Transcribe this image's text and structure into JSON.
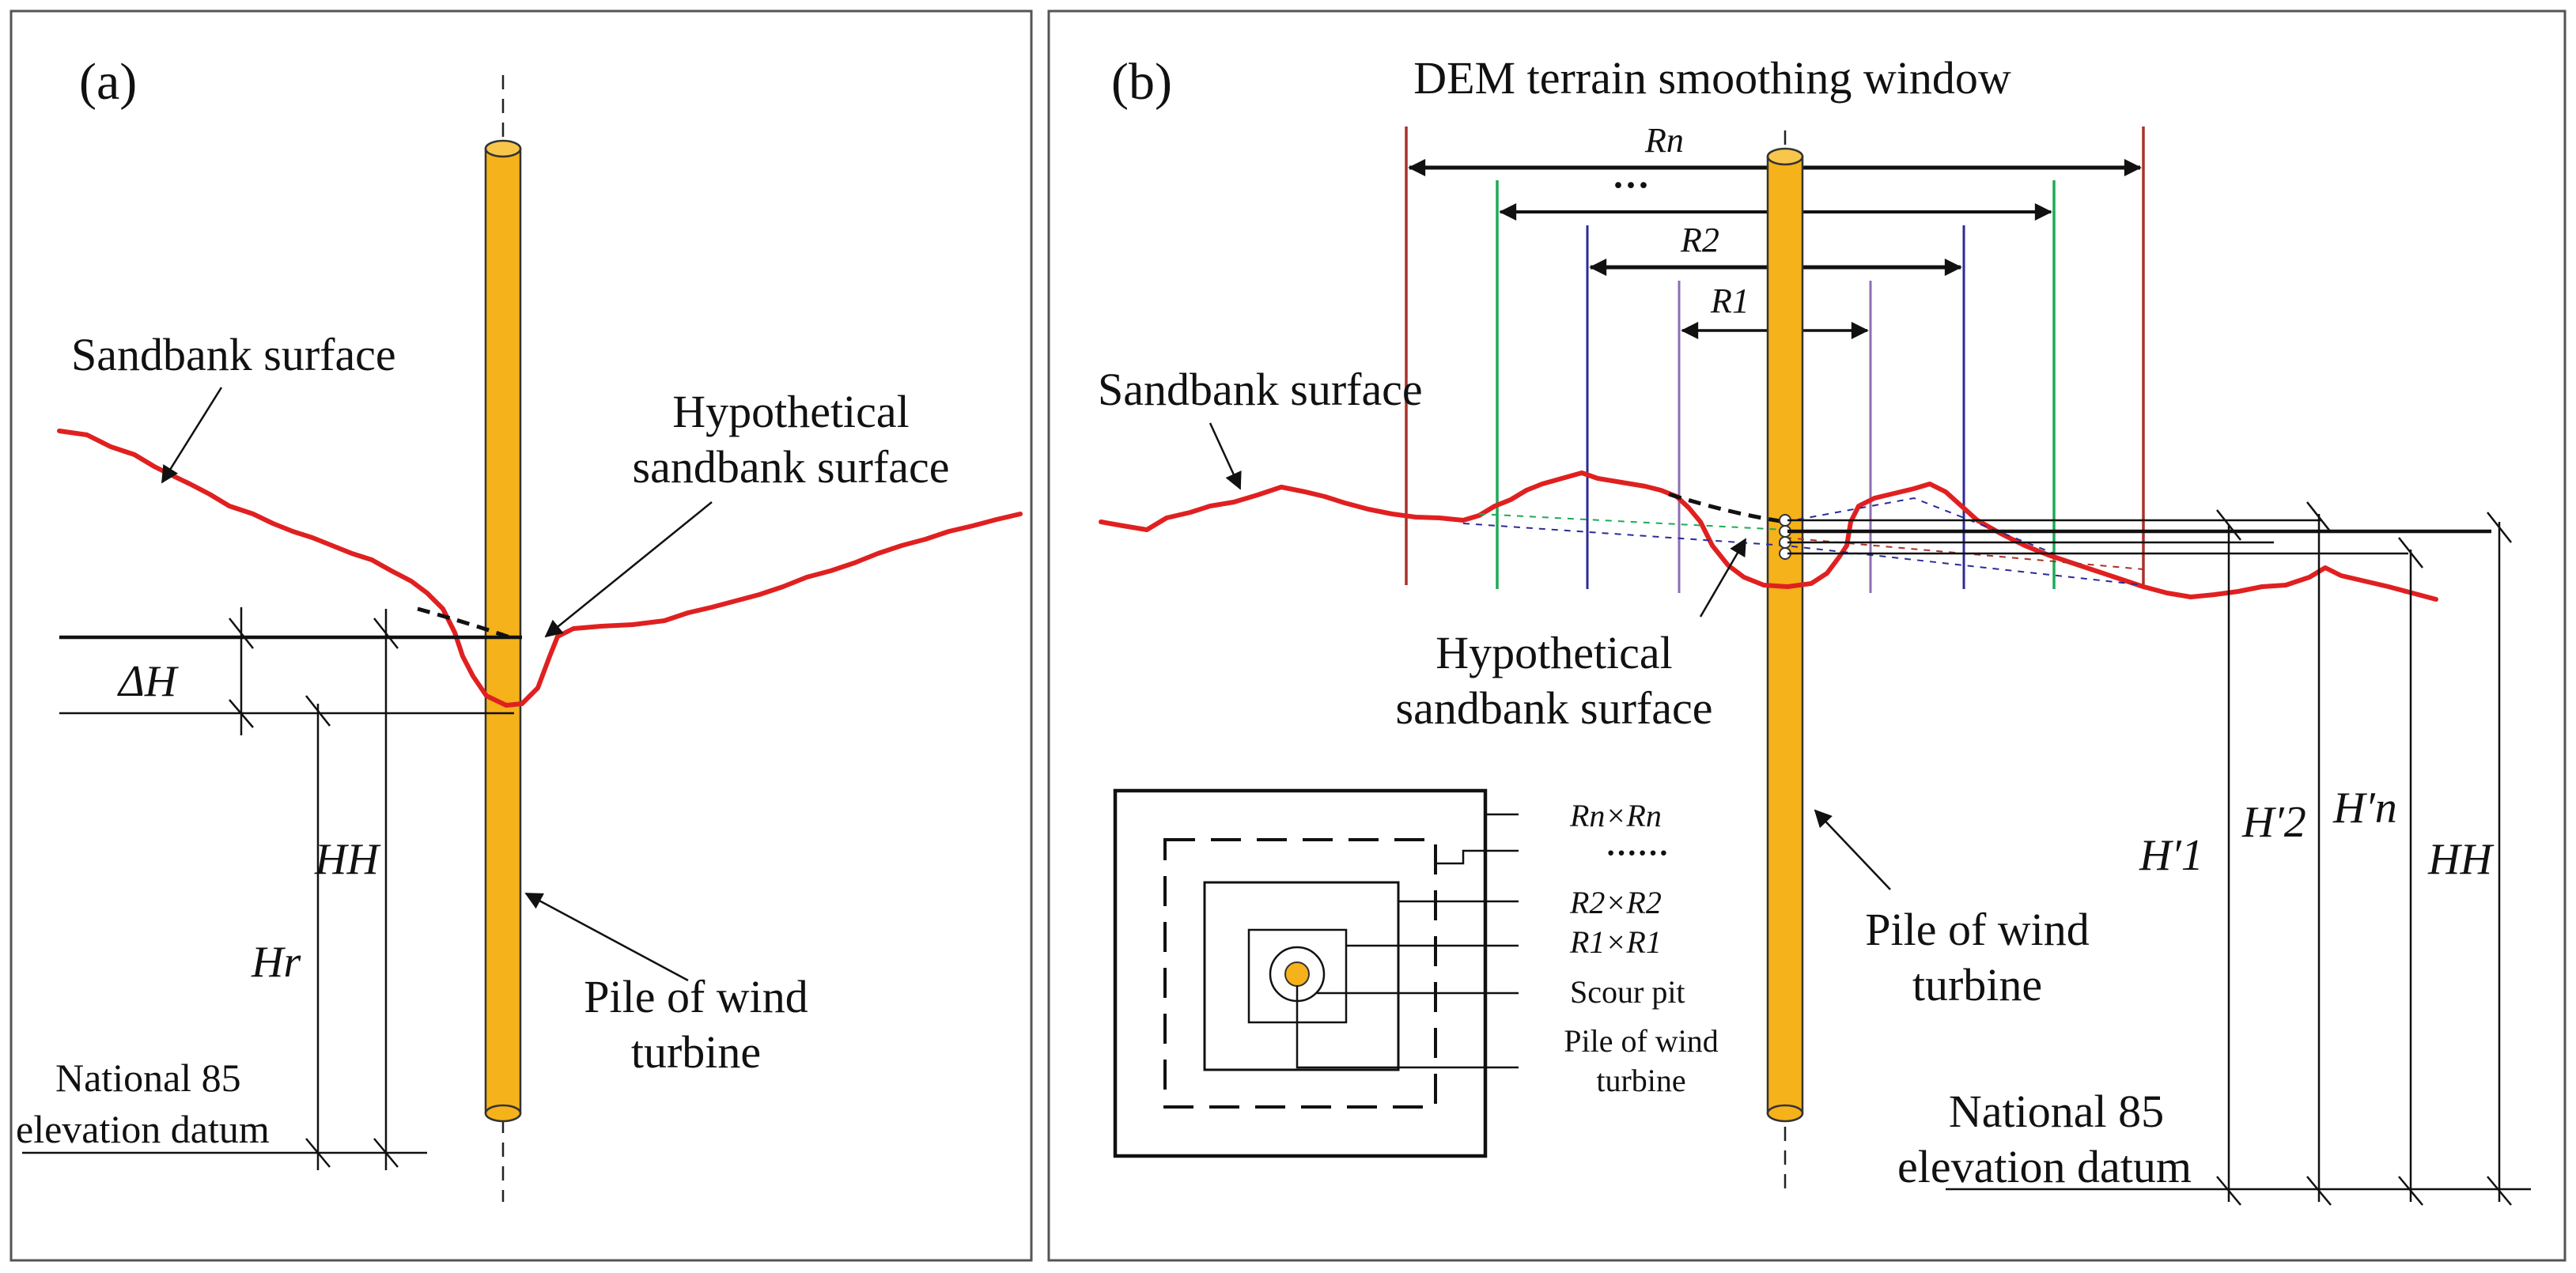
{
  "panel_a": {
    "label": "(a)",
    "sandbank_surface": "Sandbank surface",
    "hypothetical_line1": "Hypothetical",
    "hypothetical_line2": "sandbank surface",
    "delta_h": "ΔH",
    "h_h": "HH",
    "h_r": "Hr",
    "pile_line1": "Pile of wind",
    "pile_line2": "turbine",
    "datum_line1": "National 85",
    "datum_line2": "elevation datum"
  },
  "panel_b": {
    "label": "(b)",
    "title": "DEM terrain smoothing window",
    "r_n": "Rn",
    "r_dots": "···",
    "r_2": "R2",
    "r_1": "R1",
    "sandbank_surface": "Sandbank surface",
    "hypothetical_line1": "Hypothetical",
    "hypothetical_line2": "sandbank surface",
    "pile_line1": "Pile of wind",
    "pile_line2": "turbine",
    "datum_line1": "National 85",
    "datum_line2": "elevation datum",
    "h_prime_1": "H′1",
    "h_prime_2": "H′2",
    "h_prime_n": "H′n",
    "h_h": "HH",
    "inset": {
      "rn_rn": "Rn×Rn",
      "dots": "······",
      "r2_r2": "R2×R2",
      "r1_r1": "R1×R1",
      "scour_pit": "Scour pit",
      "pile_line1": "Pile of wind",
      "pile_line2": "turbine"
    }
  },
  "colors": {
    "surface": "#e02020",
    "pile": "#f6b21a",
    "window_rn": "#a8322a",
    "window_mid": "#1faa55",
    "window_r2": "#2b2b99",
    "window_r1": "#8c6fb3"
  }
}
